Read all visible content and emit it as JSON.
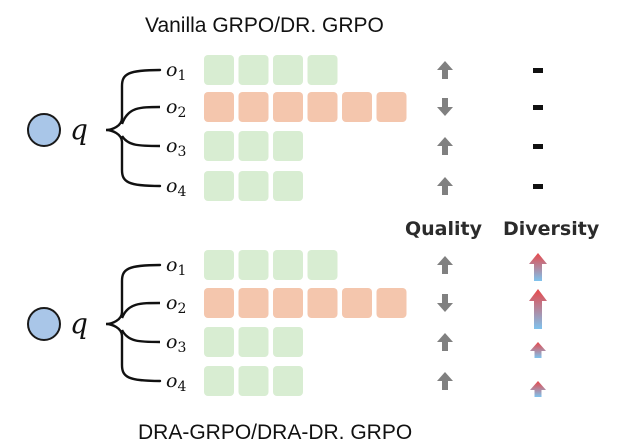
{
  "titles": {
    "top": "Vanilla GRPO/DR. GRPO",
    "bottom": "DRA-GRPO/DRA-DR. GRPO"
  },
  "columns": {
    "quality": "Quality",
    "diversity": "Diversity"
  },
  "query_label": "q",
  "colors": {
    "query_fill": "#a9c6e8",
    "query_stroke": "#1a1a1a",
    "token_green": "#d8edd2",
    "token_red": "#f4c6ad",
    "arrow_gray": "#808080",
    "div_red": "#e8484a",
    "div_blue": "#7ec3ee"
  },
  "groups": [
    {
      "id": "top",
      "outputs": [
        {
          "label": "o1",
          "tokens": 4,
          "color": "green",
          "quality": "up",
          "diversity": "-"
        },
        {
          "label": "o2",
          "tokens": 6,
          "color": "red",
          "quality": "down",
          "diversity": "-"
        },
        {
          "label": "o3",
          "tokens": 3,
          "color": "green",
          "quality": "up",
          "diversity": "-"
        },
        {
          "label": "o4",
          "tokens": 3,
          "color": "green",
          "quality": "up",
          "diversity": "-"
        }
      ]
    },
    {
      "id": "bottom",
      "outputs": [
        {
          "label": "o1",
          "tokens": 4,
          "color": "green",
          "quality": "up",
          "diversity": "up-medium"
        },
        {
          "label": "o2",
          "tokens": 6,
          "color": "red",
          "quality": "down",
          "diversity": "up-large"
        },
        {
          "label": "o3",
          "tokens": 3,
          "color": "green",
          "quality": "up",
          "diversity": "up-small"
        },
        {
          "label": "o4",
          "tokens": 3,
          "color": "green",
          "quality": "up",
          "diversity": "up-small"
        }
      ]
    }
  ]
}
